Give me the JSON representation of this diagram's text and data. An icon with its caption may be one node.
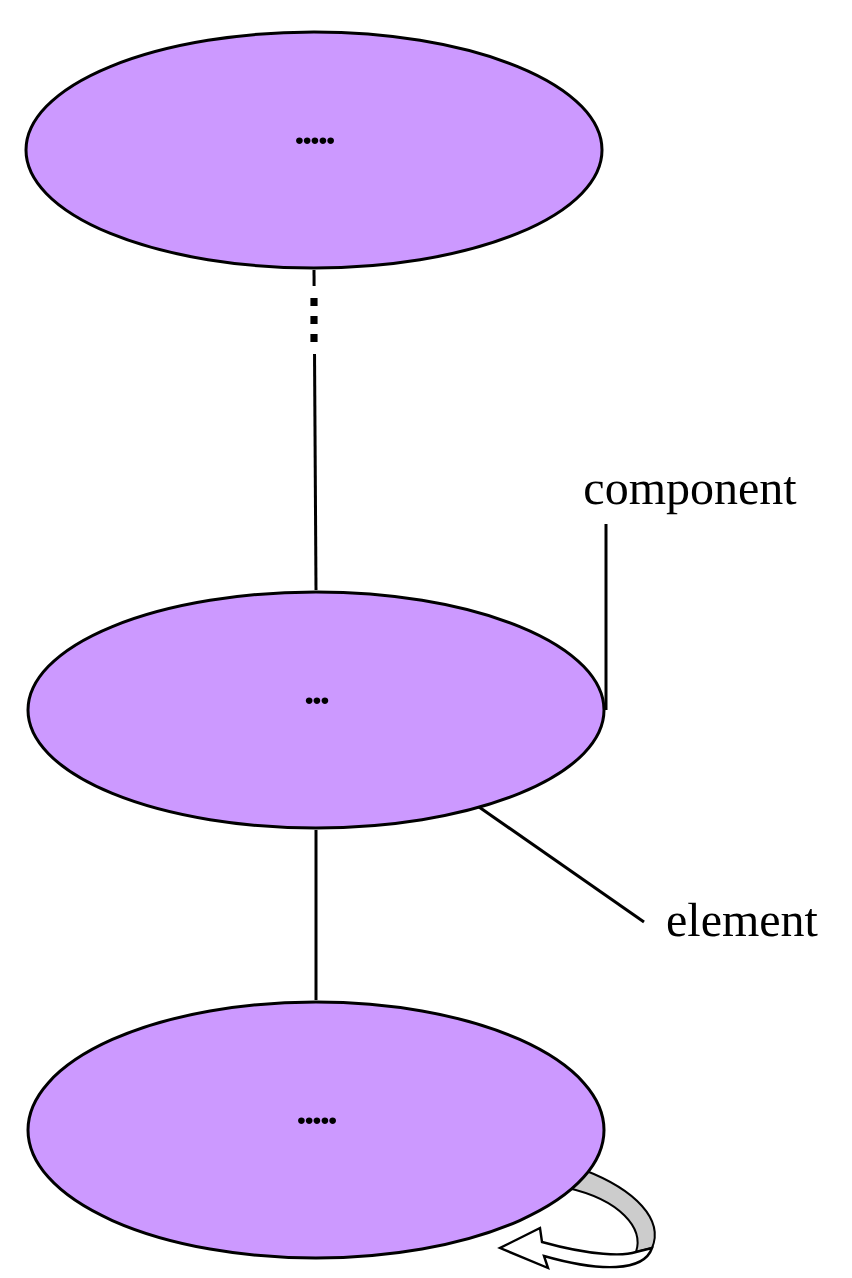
{
  "diagram": {
    "nodes": [
      {
        "text": [
          "•••••"
        ]
      },
      {
        "text": [
          "•••"
        ]
      },
      {
        "text": [
          "•••••"
        ]
      },
      {
        "text": [
          "component"
        ]
      },
      {
        "text": [
          "element"
        ]
      }
    ],
    "edges": [
      {
        "from": 0,
        "to": 1,
        "arrow": "none",
        "label": "⋮"
      },
      {
        "from": 1,
        "to": 2,
        "arrow": "none"
      },
      {
        "from": 3,
        "to": 1,
        "arrow": "none"
      },
      {
        "from": 4,
        "to": 1,
        "arrow": "none"
      }
    ]
  }
}
